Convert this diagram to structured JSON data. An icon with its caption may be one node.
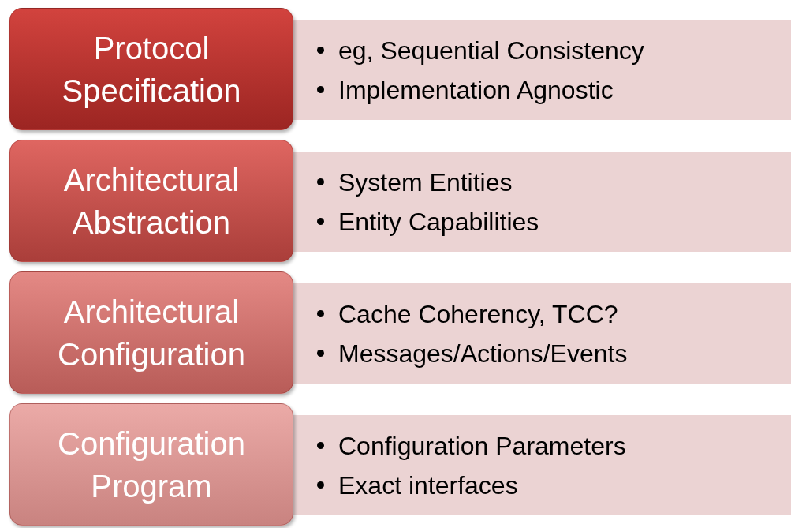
{
  "diagram": {
    "nodes": [
      {
        "text": [
          "Protocol Specification"
        ]
      },
      {
        "text": [
          "eg, Sequential Consistency",
          "Implementation Agnostic"
        ]
      },
      {
        "text": [
          "Architectural Abstraction"
        ]
      },
      {
        "text": [
          "System Entities",
          "Entity Capabilities"
        ]
      },
      {
        "text": [
          "Architectural Configuration"
        ]
      },
      {
        "text": [
          "Cache Coherency, TCC?",
          "Messages/Actions/Events"
        ]
      },
      {
        "text": [
          "Configuration Program"
        ]
      },
      {
        "text": [
          "Configuration Parameters",
          "Exact interfaces"
        ]
      }
    ]
  }
}
